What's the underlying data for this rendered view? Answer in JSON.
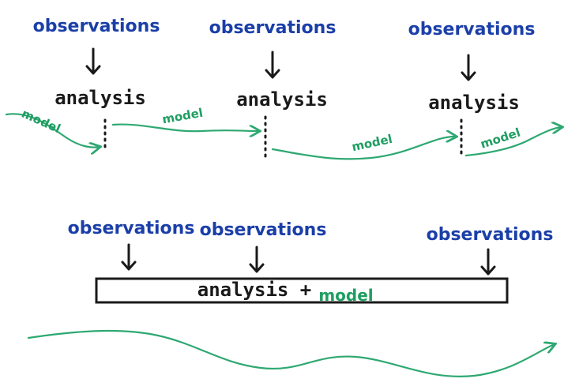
{
  "top_cycle": {
    "observations": [
      "observations",
      "observations",
      "observations"
    ],
    "analysis": [
      "analysis",
      "analysis",
      "analysis"
    ],
    "model": [
      "model",
      "model",
      "model",
      "model"
    ]
  },
  "bottom": {
    "observations": [
      "observations",
      "observations",
      "observations"
    ],
    "box_analysis": "analysis +",
    "box_model": "model"
  },
  "colors": {
    "observations": "#1b3fa8",
    "analysis": "#1a1a1a",
    "model": "#1f9e62"
  }
}
